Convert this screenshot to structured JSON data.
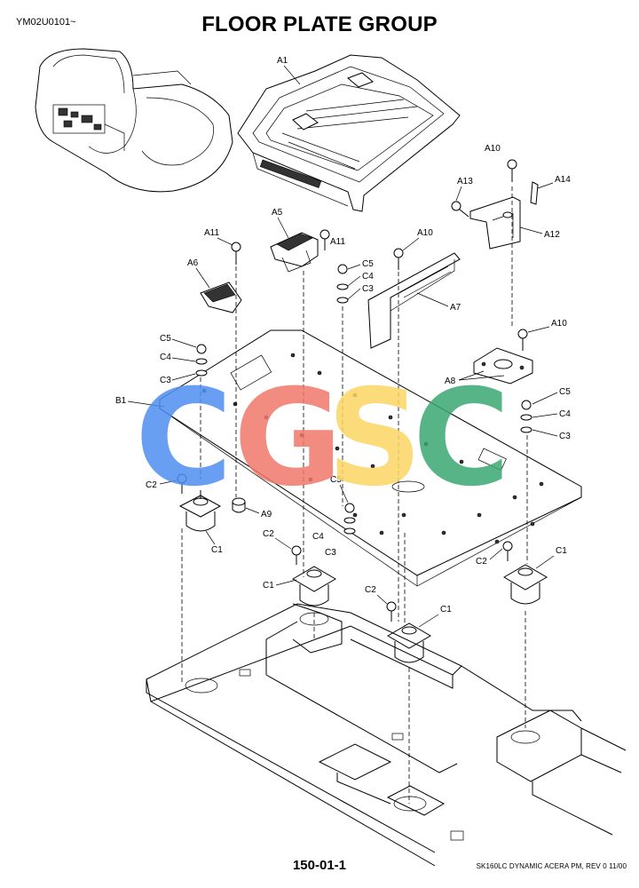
{
  "header": {
    "serial": "YM02U0101~",
    "title": "FLOOR PLATE GROUP"
  },
  "watermark": {
    "letters": [
      "C",
      "G",
      "S",
      "C"
    ],
    "colors": [
      "#4e8ff0",
      "#f0776a",
      "#fcd564",
      "#3aa771"
    ]
  },
  "callouts": {
    "A1": "A1",
    "A5": "A5",
    "A6": "A6",
    "A7": "A7",
    "A8": "A8",
    "A9": "A9",
    "A10": "A10",
    "A11": "A11",
    "A12": "A12",
    "A13": "A13",
    "A14": "A14",
    "B1": "B1",
    "C1": "C1",
    "C2": "C2",
    "C3": "C3",
    "C4": "C4",
    "C5": "C5"
  },
  "footer": {
    "page_number": "150-01-1",
    "note": "SK160LC DYNAMIC ACERA PM,  REV 0 11/00"
  }
}
